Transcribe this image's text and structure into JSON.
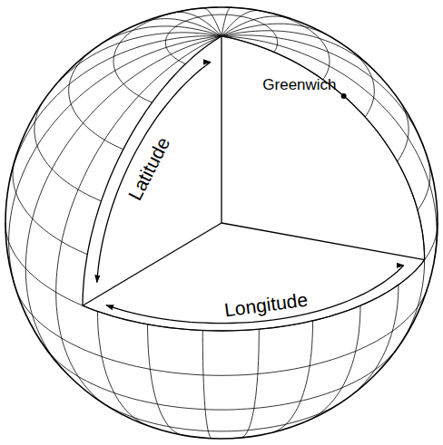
{
  "diagram": {
    "labels": [
      "Greenwich",
      "Latitude",
      "Longitude"
    ]
  }
}
